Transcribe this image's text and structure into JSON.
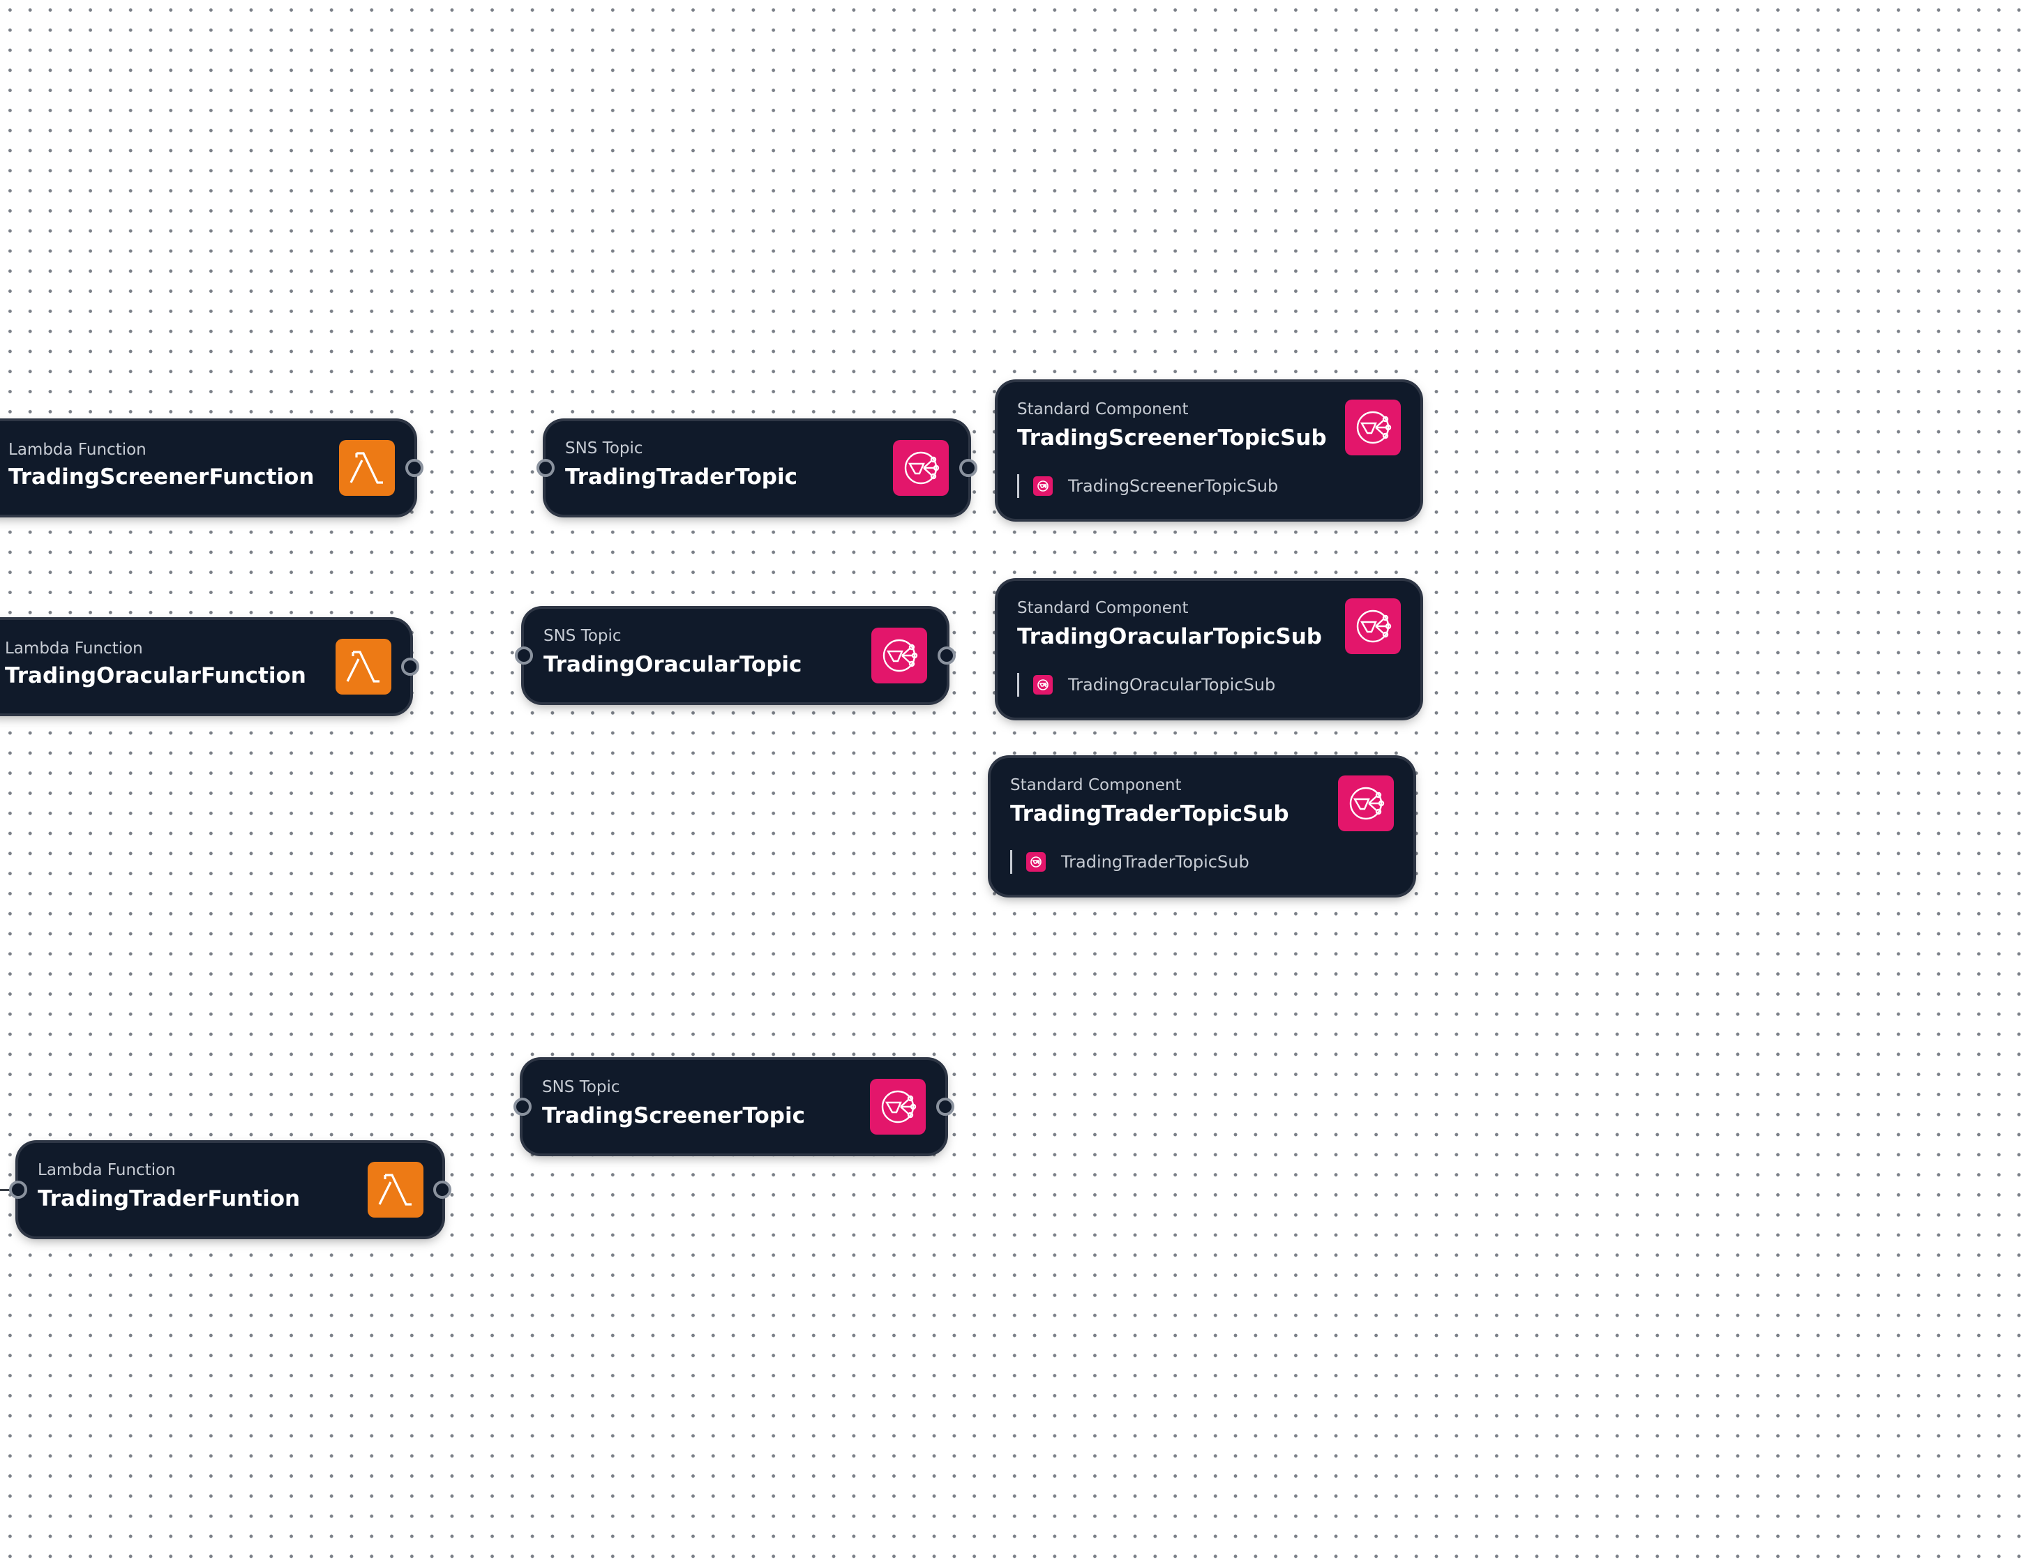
{
  "canvas": {
    "lambda_nodes": [
      {
        "kind": "Lambda Function",
        "title": "TradingScreenerFunction",
        "icon": "lambda-icon",
        "color": "#ed7a15"
      },
      {
        "kind": "Lambda Function",
        "title": "TradingOracularFunction",
        "icon": "lambda-icon",
        "color": "#ed7a15"
      },
      {
        "kind": "Lambda Function",
        "title": "TradingTraderFuntion",
        "icon": "lambda-icon",
        "color": "#ed7a15"
      }
    ],
    "sns_nodes": [
      {
        "kind": "SNS Topic",
        "title": "TradingTraderTopic",
        "icon": "sns-topic-icon",
        "color": "#e3166b"
      },
      {
        "kind": "SNS Topic",
        "title": "TradingOracularTopic",
        "icon": "sns-topic-icon",
        "color": "#e3166b"
      },
      {
        "kind": "SNS Topic",
        "title": "TradingScreenerTopic",
        "icon": "sns-topic-icon",
        "color": "#e3166b"
      }
    ],
    "component_nodes": [
      {
        "kind": "Standard Component",
        "title": "TradingScreenerTopicSub",
        "sub_label": "TradingScreenerTopicSub",
        "icon": "sns-topic-icon",
        "color": "#e3166b"
      },
      {
        "kind": "Standard Component",
        "title": "TradingOracularTopicSub",
        "sub_label": "TradingOracularTopicSub",
        "icon": "sns-topic-icon",
        "color": "#e3166b"
      },
      {
        "kind": "Standard Component",
        "title": "TradingTraderTopicSub",
        "sub_label": "TradingTraderTopicSub",
        "icon": "sns-topic-icon",
        "color": "#e3166b"
      }
    ],
    "colors": {
      "node_background": "#101a2a",
      "canvas_background": "#ffffff",
      "grid_dot": "#7a7f87"
    }
  }
}
